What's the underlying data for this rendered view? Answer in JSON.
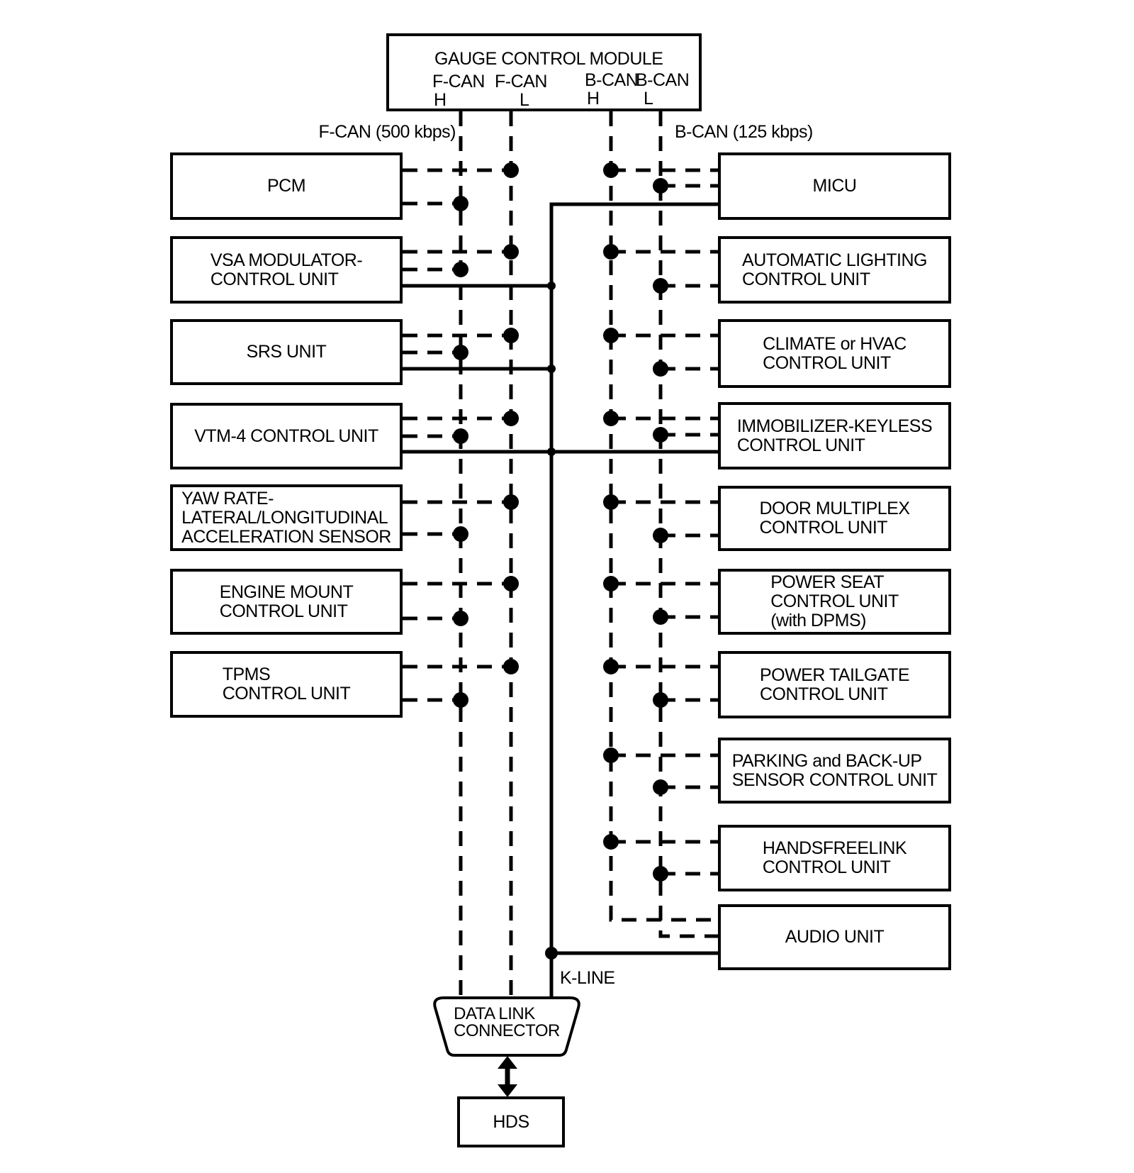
{
  "page": {
    "background": "#ffffff",
    "ink": "#000000"
  },
  "gauge_module": {
    "title": "GAUGE CONTROL MODULE",
    "pins": [
      {
        "bus": "F-CAN",
        "wire": "H"
      },
      {
        "bus": "F-CAN",
        "wire": "L"
      },
      {
        "bus": "B-CAN",
        "wire": "H"
      },
      {
        "bus": "B-CAN",
        "wire": "L"
      }
    ]
  },
  "bus_labels": {
    "f_can": "F-CAN (500 kbps)",
    "b_can": "B-CAN (125 kbps)",
    "k_line": "K-LINE"
  },
  "left_units": [
    {
      "lines": [
        "PCM"
      ],
      "connects": [
        "F-CAN H",
        "F-CAN L"
      ]
    },
    {
      "lines": [
        "VSA MODULATOR-",
        "CONTROL UNIT"
      ],
      "connects": [
        "F-CAN H",
        "F-CAN L",
        "K-LINE"
      ]
    },
    {
      "lines": [
        "SRS UNIT"
      ],
      "connects": [
        "F-CAN H",
        "F-CAN L",
        "K-LINE"
      ]
    },
    {
      "lines": [
        "VTM-4 CONTROL UNIT"
      ],
      "connects": [
        "F-CAN H",
        "F-CAN L",
        "K-LINE"
      ]
    },
    {
      "lines": [
        "YAW RATE-",
        "LATERAL/LONGITUDINAL",
        "ACCELERATION SENSOR"
      ],
      "connects": [
        "F-CAN H",
        "F-CAN L"
      ]
    },
    {
      "lines": [
        "ENGINE MOUNT",
        "CONTROL UNIT"
      ],
      "connects": [
        "F-CAN H",
        "F-CAN L"
      ]
    },
    {
      "lines": [
        "TPMS",
        "CONTROL UNIT"
      ],
      "connects": [
        "F-CAN H",
        "F-CAN L"
      ]
    }
  ],
  "right_units": [
    {
      "lines": [
        "MICU"
      ],
      "connects": [
        "B-CAN H",
        "B-CAN L",
        "K-LINE"
      ]
    },
    {
      "lines": [
        "AUTOMATIC LIGHTING",
        "CONTROL UNIT"
      ],
      "connects": [
        "B-CAN H",
        "B-CAN L"
      ]
    },
    {
      "lines": [
        "CLIMATE or HVAC",
        "CONTROL UNIT"
      ],
      "connects": [
        "B-CAN H",
        "B-CAN L"
      ]
    },
    {
      "lines": [
        "IMMOBILIZER-KEYLESS",
        "CONTROL UNIT"
      ],
      "connects": [
        "B-CAN H",
        "B-CAN L",
        "K-LINE"
      ]
    },
    {
      "lines": [
        "DOOR MULTIPLEX",
        "CONTROL UNIT"
      ],
      "connects": [
        "B-CAN H",
        "B-CAN L"
      ]
    },
    {
      "lines": [
        "POWER SEAT",
        "CONTROL UNIT",
        "(with DPMS)"
      ],
      "connects": [
        "B-CAN H",
        "B-CAN L"
      ]
    },
    {
      "lines": [
        "POWER TAILGATE",
        "CONTROL UNIT"
      ],
      "connects": [
        "B-CAN H",
        "B-CAN L"
      ]
    },
    {
      "lines": [
        "PARKING and BACK-UP",
        "SENSOR CONTROL UNIT"
      ],
      "connects": [
        "B-CAN H",
        "B-CAN L"
      ]
    },
    {
      "lines": [
        "HANDSFREELINK",
        "CONTROL UNIT"
      ],
      "connects": [
        "B-CAN H",
        "B-CAN L"
      ]
    },
    {
      "lines": [
        "AUDIO UNIT"
      ],
      "connects": [
        "B-CAN H",
        "B-CAN L",
        "K-LINE"
      ]
    }
  ],
  "data_link_connector": {
    "lines": [
      "DATA LINK",
      "CONNECTOR"
    ]
  },
  "hds": {
    "label": "HDS"
  }
}
